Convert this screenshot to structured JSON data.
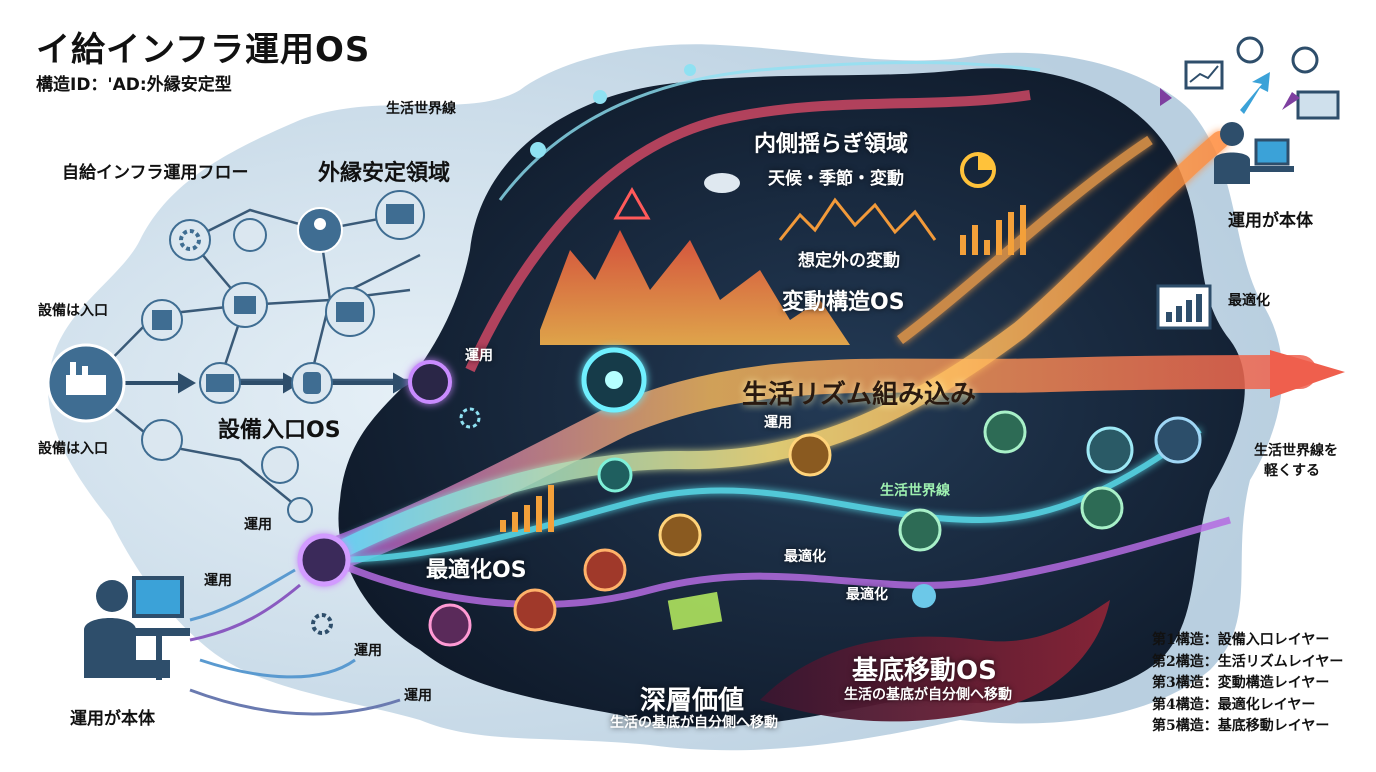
{
  "title": "イ給インフラ運用OS",
  "structure_id": "構造ID：'AD:外縁安定型",
  "labels": {
    "life_line": "生活世界線",
    "self_supply_flow": "自給インフラ運用フロー",
    "outer_stable": "外縁安定領域",
    "equipment_entry_top": "設備は入口",
    "equipment_entry_bottom": "設備は入口",
    "equipment_entry_os": "設備入口OS",
    "unyou_left": "運用",
    "unyou_mid": "運用",
    "unyou_lower1": "運用",
    "unyou_lower2": "運用",
    "unyou_lower3": "運用",
    "unyou_center": "運用",
    "operator_left": "運用が本体",
    "operator_right": "運用が本体",
    "inner_zone": "内側揺らぎ領域",
    "inner_zone_sub": "天候・季節・変動",
    "unexpected": "想定外の変動",
    "variation_os": "変動構造OS",
    "optimize_right": "最適化",
    "life_rhythm": "生活リズム組み込み",
    "life_line_mid": "生活世界線",
    "lighten_1": "生活世界線を",
    "lighten_2": "軽くする",
    "optimize_os": "最適化OS",
    "optimize_small1": "最適化",
    "optimize_small2": "最適化",
    "base_move_os": "基底移動OS",
    "base_move_sub": "生活の基底が自分側へ移動",
    "deep_value": "深層価値",
    "deep_value_sub": "生活の基底が自分側へ移動"
  },
  "legend": [
    "第1構造：設備入口レイヤー",
    "第2構造：生活リズムレイヤー",
    "第3構造：変動構造レイヤー",
    "第4構造：最適化レイヤー",
    "第5構造：基底移動レイヤー"
  ],
  "colors": {
    "outer_cloud": "#cfe0ec",
    "inner_dark": "#152538",
    "flow_orange": "#f5a23a",
    "flow_red": "#e8533a",
    "flow_cyan": "#59d9e8",
    "flow_purple": "#a65fd0",
    "node_blue": "#3f6d92",
    "arrow_tip": "#ef5f4d"
  },
  "icons": [
    "factory-icon",
    "building-icon",
    "gear-icon",
    "user-network-icon",
    "monitor-icon",
    "chart-icon",
    "database-icon",
    "warning-icon",
    "cloud-icon",
    "sun-icon",
    "target-icon",
    "person-computer-icon",
    "hand-icon",
    "checklist-icon"
  ]
}
